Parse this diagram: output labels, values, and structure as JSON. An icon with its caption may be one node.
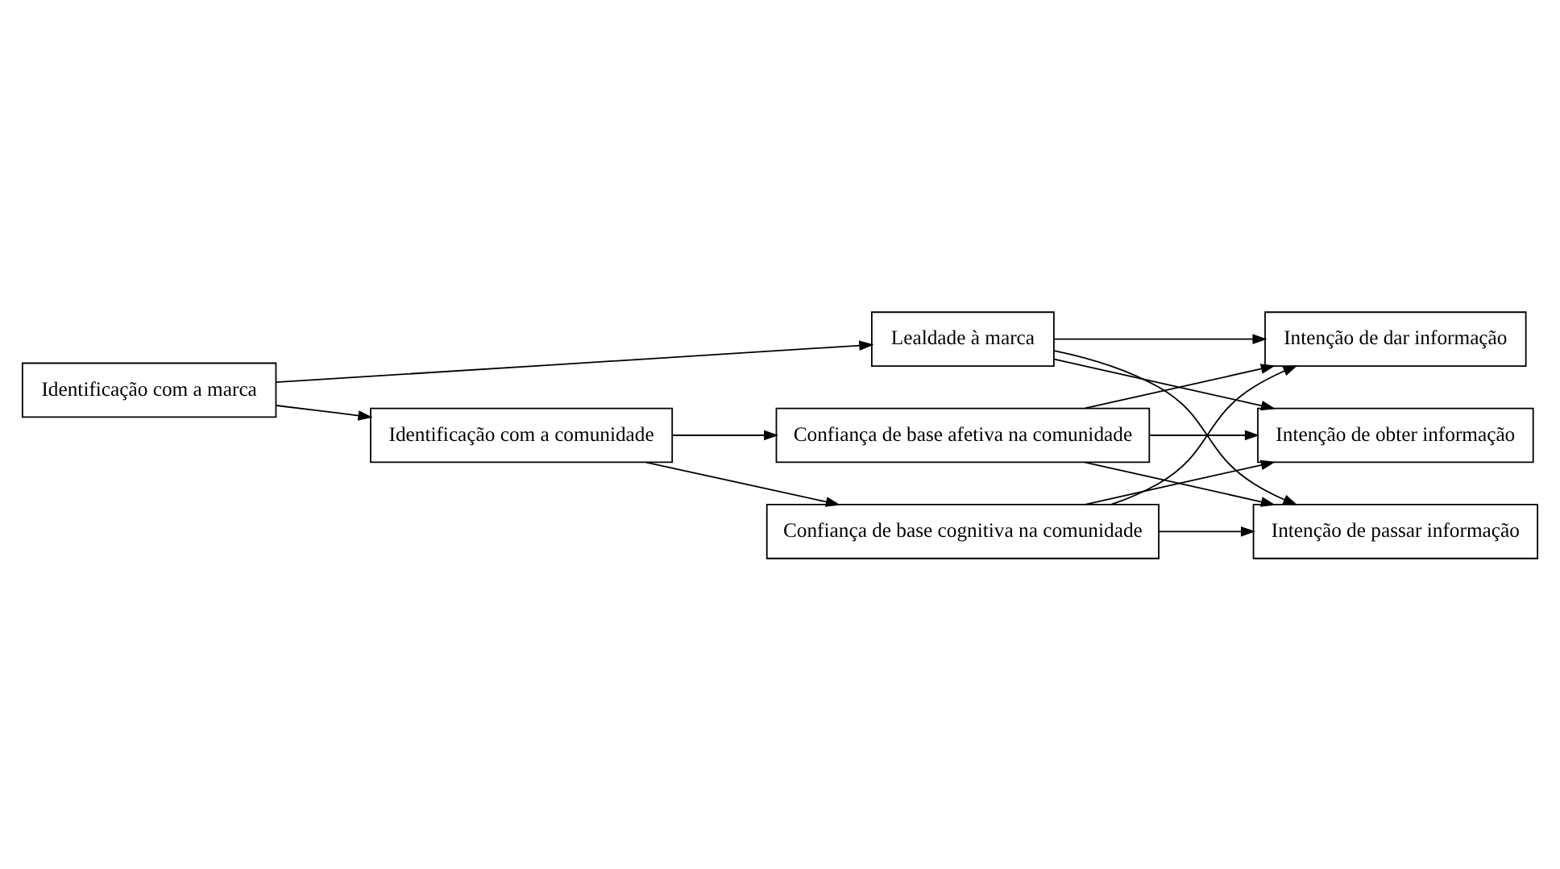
{
  "diagram": {
    "nodes": [
      {
        "text": [
          "Identificação com a marca"
        ]
      },
      {
        "text": [
          "Lealdade à marca"
        ]
      },
      {
        "text": [
          "Identificação com a comunidade"
        ]
      },
      {
        "text": [
          "Confiança de base cognitiva na comunidade"
        ]
      },
      {
        "text": [
          "Confiança de base afetiva na comunidade"
        ]
      },
      {
        "text": [
          "Intenção de dar informação"
        ]
      },
      {
        "text": [
          "Intenção de obter informação"
        ]
      },
      {
        "text": [
          "Intenção de passar informação"
        ]
      }
    ],
    "edges": [
      {
        "from": 0,
        "to": 1,
        "arrow": "to"
      },
      {
        "from": 0,
        "to": 2,
        "arrow": "to"
      },
      {
        "from": 1,
        "to": 5,
        "arrow": "to"
      },
      {
        "from": 1,
        "to": 6,
        "arrow": "to"
      },
      {
        "from": 1,
        "to": 7,
        "arrow": "to"
      },
      {
        "from": 2,
        "to": 3,
        "arrow": "to"
      },
      {
        "from": 2,
        "to": 4,
        "arrow": "to"
      },
      {
        "from": 3,
        "to": 5,
        "arrow": "to"
      },
      {
        "from": 3,
        "to": 6,
        "arrow": "to"
      },
      {
        "from": 3,
        "to": 7,
        "arrow": "to"
      },
      {
        "from": 4,
        "to": 5,
        "arrow": "to"
      },
      {
        "from": 4,
        "to": 6,
        "arrow": "to"
      },
      {
        "from": 4,
        "to": 7,
        "arrow": "to"
      }
    ]
  }
}
